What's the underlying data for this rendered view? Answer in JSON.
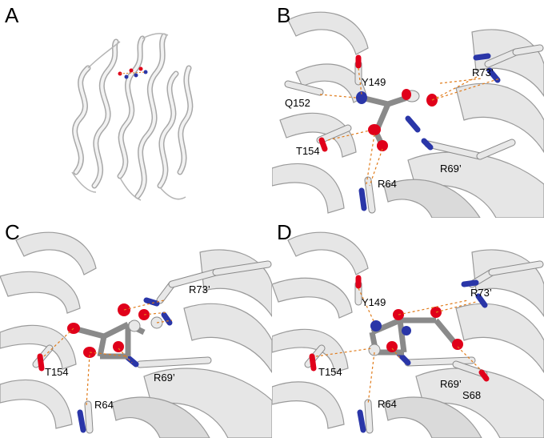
{
  "colors": {
    "background": "#ffffff",
    "helix": "#e6e6e6",
    "helix_edge": "#9a9a9a",
    "stick": "#dcdcdc",
    "oxygen": "#e0001a",
    "nitrogen": "#2a36a8",
    "hbond": "#e07b1a"
  },
  "figure": {
    "panels": [
      {
        "id": "A",
        "letter": "A",
        "labels": []
      },
      {
        "id": "B",
        "letter": "B",
        "labels": [
          "Y149",
          "R73’",
          "Q152",
          "T154",
          "R69’",
          "R64"
        ]
      },
      {
        "id": "C",
        "letter": "C",
        "labels": [
          "R73’",
          "T154",
          "R69’",
          "R64"
        ]
      },
      {
        "id": "D",
        "letter": "D",
        "labels": [
          "Y149",
          "R73’",
          "T154",
          "R69’",
          "S68",
          "R64"
        ]
      }
    ]
  }
}
